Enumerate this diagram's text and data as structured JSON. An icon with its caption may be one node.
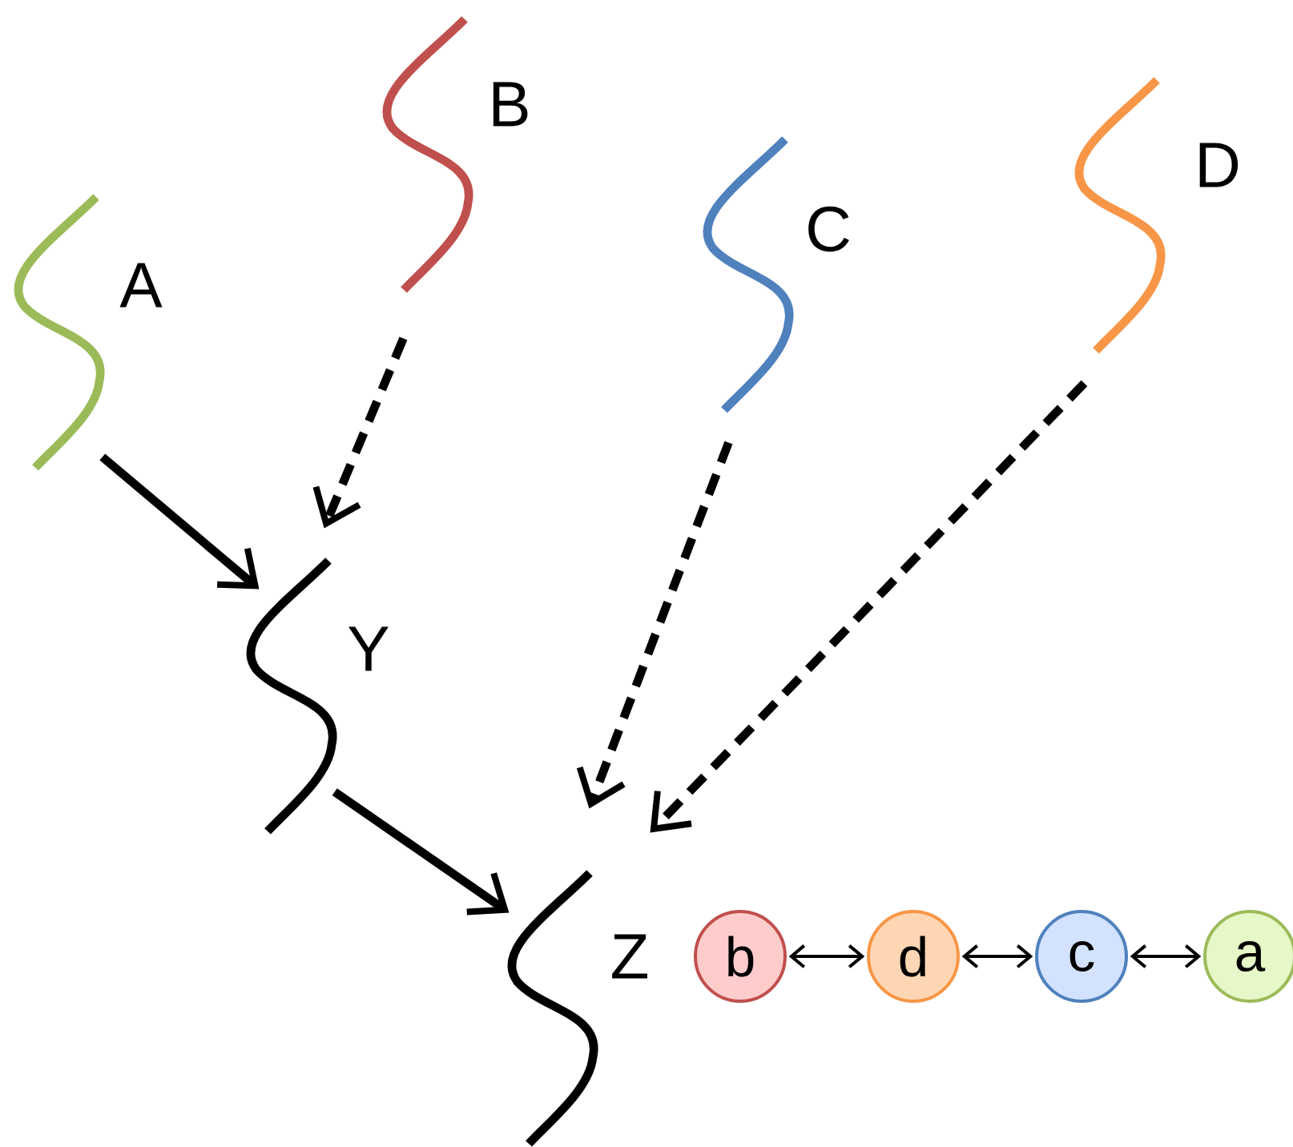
{
  "diagram": {
    "nodes": [
      {
        "text": [
          "A"
        ]
      },
      {
        "text": [
          "B"
        ]
      },
      {
        "text": [
          "C"
        ]
      },
      {
        "text": [
          "D"
        ]
      },
      {
        "text": [
          "Y"
        ]
      },
      {
        "text": [
          "Z"
        ]
      },
      {
        "text": [
          "b"
        ]
      },
      {
        "text": [
          "d"
        ]
      },
      {
        "text": [
          "c"
        ]
      },
      {
        "text": [
          "a"
        ]
      }
    ],
    "edges": [
      {
        "from": 0,
        "to": 4,
        "arrow": "to"
      },
      {
        "from": 1,
        "to": 4,
        "arrow": "to",
        "style": "dashed"
      },
      {
        "from": 4,
        "to": 5,
        "arrow": "to"
      },
      {
        "from": 2,
        "to": 5,
        "arrow": "to",
        "style": "dashed"
      },
      {
        "from": 3,
        "to": 5,
        "arrow": "to",
        "style": "dashed"
      },
      {
        "from": 6,
        "to": 7,
        "arrow": "both"
      },
      {
        "from": 7,
        "to": 8,
        "arrow": "both"
      },
      {
        "from": 8,
        "to": 9,
        "arrow": "both"
      }
    ]
  }
}
